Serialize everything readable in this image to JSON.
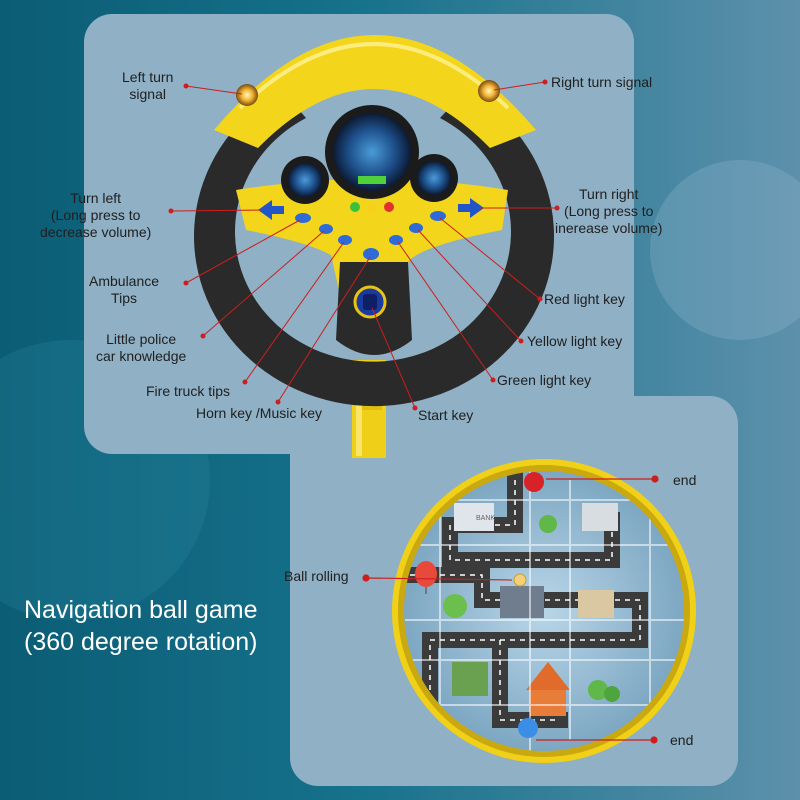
{
  "colors": {
    "background": "#0f6e86",
    "panel": "#8fb0c5",
    "wheel_yellow": "#f3d51b",
    "wheel_black": "#2a2a2a",
    "pointer_red": "#cc1e1e",
    "title_text": "#ffffff"
  },
  "steering_wheel": {
    "callouts": {
      "left_turn_signal": "Left turn\nsignal",
      "right_turn_signal": "Right turn signal",
      "turn_left": "Turn left\n(Long press to\ndecrease volume)",
      "turn_right": "Turn right\n(Long press to\ninerease volume)",
      "ambulance_tips": "Ambulance\nTips",
      "red_light_key": "Red light key",
      "little_police_car": "Little police\ncar knowledge",
      "yellow_light_key": "Yellow light key",
      "fire_truck_tips": "Fire truck tips",
      "green_light_key": "Green light key",
      "horn_music_key": "Horn key /Music key",
      "start_key": "Start key"
    }
  },
  "ball_game": {
    "title_line1": "Navigation ball game",
    "title_line2": "(360 degree rotation)",
    "callouts": {
      "end_top": "end",
      "ball_rolling": "Ball rolling",
      "end_bottom": "end"
    },
    "sign_text": "BANK"
  }
}
